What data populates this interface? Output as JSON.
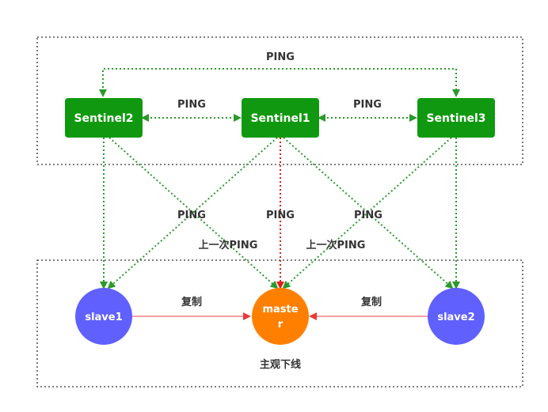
{
  "colors": {
    "sentinel": "#109910",
    "slave": "#6060ff",
    "master": "#ff8000",
    "ping_edge": "#2a9a2a",
    "last_ping_edge": "#e02020",
    "replication_edge": "#f08080"
  },
  "nodes": {
    "sentinel1": "Sentinel1",
    "sentinel2": "Sentinel2",
    "sentinel3": "Sentinel3",
    "slave1": "slave1",
    "slave2": "slave2",
    "master_line1": "maste",
    "master_line2": "r"
  },
  "labels": {
    "ping_top": "PING",
    "ping_s2_s1": "PING",
    "ping_s1_s3": "PING",
    "ping_mid_left": "PING",
    "ping_mid_center": "PING",
    "ping_mid_right": "PING",
    "last_ping_left": "上一次PING",
    "last_ping_right": "上一次PING",
    "replicate_left": "复制",
    "replicate_right": "复制",
    "subjective_down": "主观下线"
  }
}
